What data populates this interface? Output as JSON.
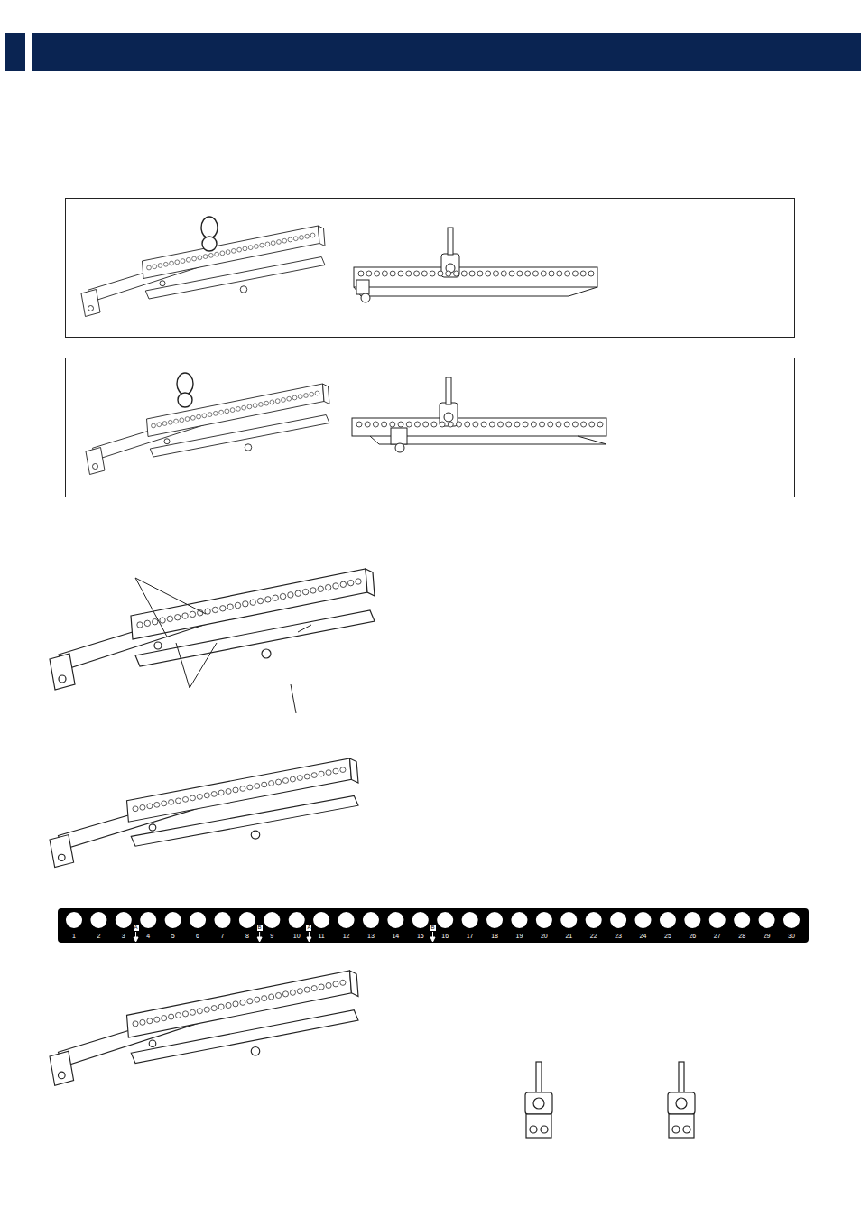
{
  "diagram": {
    "labels": [
      "1",
      "2",
      "3",
      "A",
      "4",
      "5",
      "6",
      "7",
      "8",
      "B",
      "9",
      "10",
      "A",
      "11",
      "12",
      "13",
      "14",
      "15",
      "B",
      "16",
      "17",
      "18",
      "19",
      "20",
      "21",
      "22",
      "23",
      "24",
      "25",
      "26",
      "27",
      "28",
      "29",
      "30"
    ]
  }
}
